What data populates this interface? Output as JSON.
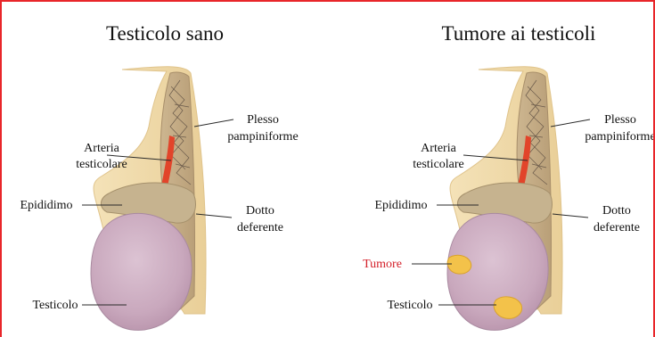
{
  "panels": [
    {
      "title": "Testicolo sano",
      "labels": {
        "plesso_line1": "Plesso",
        "plesso_line2": "pampiniforme",
        "arteria_line1": "Arteria",
        "arteria_line2": "testicolare",
        "epididimo": "Epididimo",
        "dotto_line1": "Dotto",
        "dotto_line2": "deferente",
        "testicolo": "Testicolo"
      }
    },
    {
      "title": "Tumore ai testicoli",
      "labels": {
        "plesso_line1": "Plesso",
        "plesso_line2": "pampiniforme",
        "arteria_line1": "Arteria",
        "arteria_line2": "testicolare",
        "epididimo": "Epididimo",
        "dotto_line1": "Dotto",
        "dotto_line2": "deferente",
        "tumore": "Tumore",
        "testicolo": "Testicolo"
      }
    }
  ],
  "colors": {
    "frame": "#e8262a",
    "scrotum_skin": "#f2dcaa",
    "cord": "#d9c092",
    "cord_inner": "#c9b08a",
    "epididymis": "#c6b38f",
    "testis": "#cfb1c4",
    "artery": "#e2442a",
    "tumor": "#f3c24a",
    "tumor_label": "#d4202a"
  }
}
